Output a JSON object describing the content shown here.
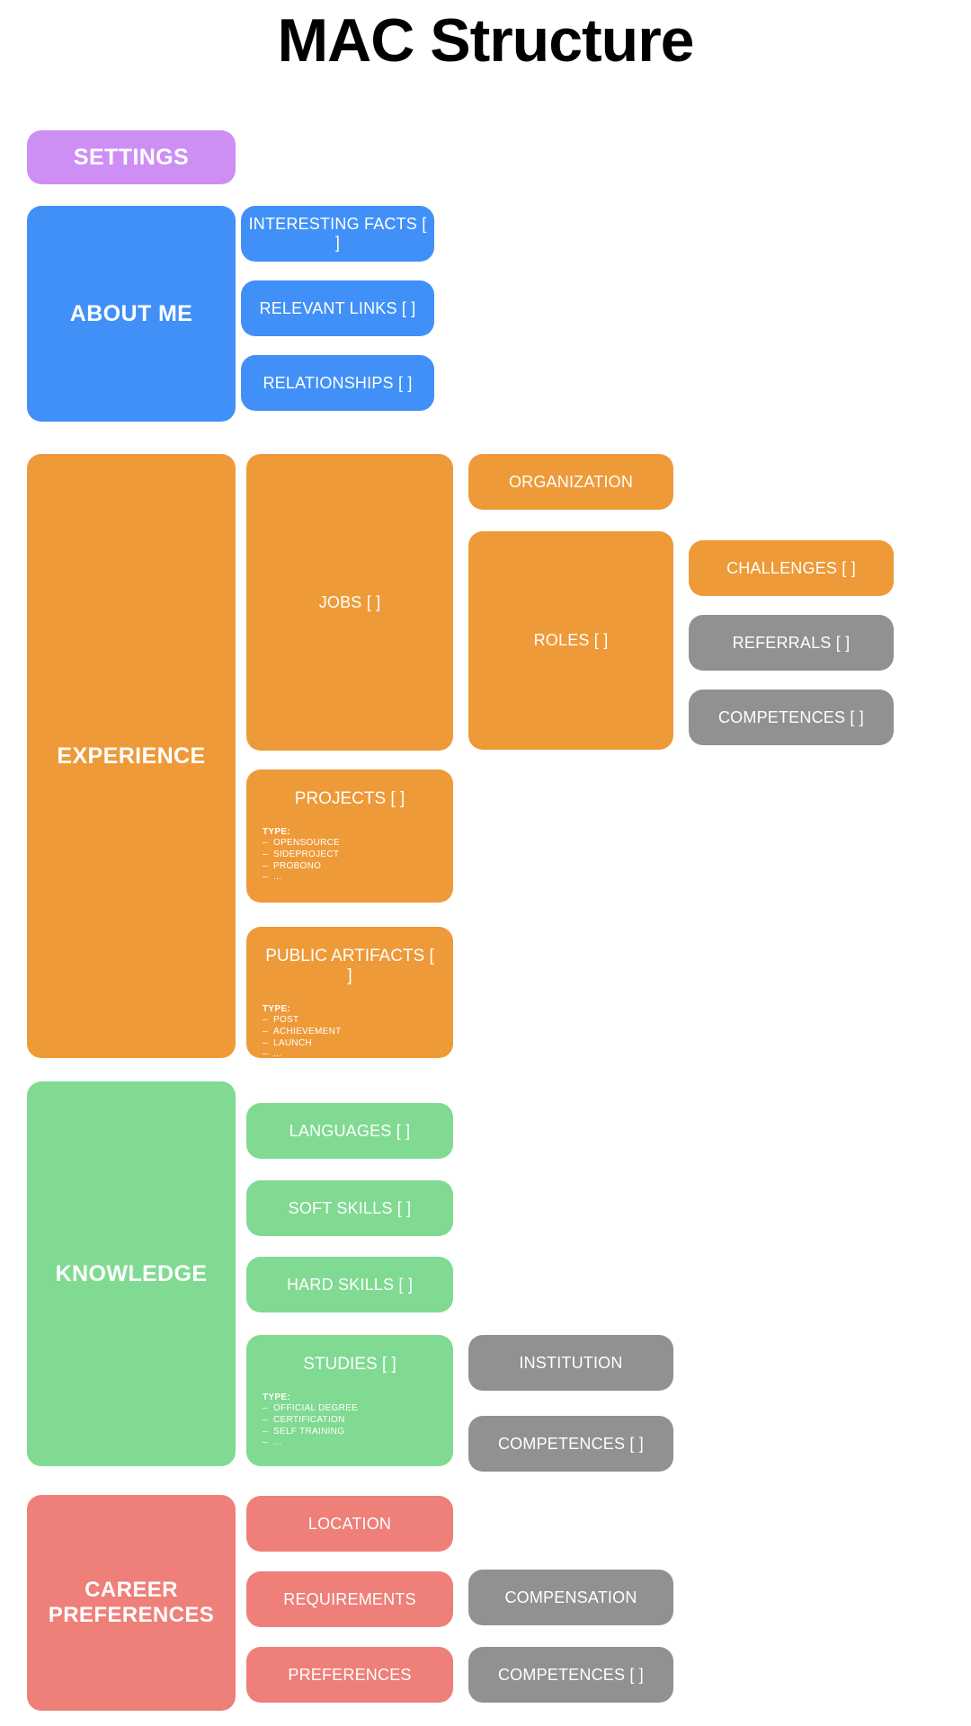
{
  "title": "MAC Structure",
  "colors": {
    "settings": "#ce8ff5",
    "about_me": "#4190f7",
    "experience": "#ee9a39",
    "knowledge": "#80da92",
    "career_preferences": "#ee7f79",
    "gray": "#919191",
    "background": "#ffffff",
    "title_text": "#000000",
    "block_text": "#ffffff"
  },
  "sections": {
    "settings": {
      "label": "SETTINGS"
    },
    "about_me": {
      "label": "ABOUT ME",
      "children": [
        {
          "label": "INTERESTING FACTS [ ]"
        },
        {
          "label": "RELEVANT LINKS [ ]"
        },
        {
          "label": "RELATIONSHIPS [ ]"
        }
      ]
    },
    "experience": {
      "label": "EXPERIENCE",
      "jobs": {
        "label": "JOBS [ ]"
      },
      "organization": {
        "label": "ORGANIZATION"
      },
      "roles": {
        "label": "ROLES [ ]"
      },
      "challenges": {
        "label": "CHALLENGES [ ]"
      },
      "referrals": {
        "label": "REFERRALS [ ]"
      },
      "competences": {
        "label": "COMPETENCES [ ]"
      },
      "projects": {
        "label": "PROJECTS [ ]",
        "type_head": "TYPE:",
        "types": [
          "OPENSOURCE",
          "SIDEPROJECT",
          "PROBONO",
          "..."
        ]
      },
      "public_artifacts": {
        "label": "PUBLIC ARTIFACTS [ ]",
        "type_head": "TYPE:",
        "types": [
          "POST",
          "ACHIEVEMENT",
          "LAUNCH",
          "..."
        ]
      }
    },
    "knowledge": {
      "label": "KNOWLEDGE",
      "languages": {
        "label": "LANGUAGES [ ]"
      },
      "soft_skills": {
        "label": "SOFT SKILLS [ ]"
      },
      "hard_skills": {
        "label": "HARD SKILLS [ ]"
      },
      "studies": {
        "label": "STUDIES [ ]",
        "type_head": "TYPE:",
        "types": [
          "OFFICIAL DEGREE",
          "CERTIFICATION",
          "SELF TRAINING",
          "..."
        ]
      },
      "institution": {
        "label": "INSTITUTION"
      },
      "competences": {
        "label": "COMPETENCES [ ]"
      }
    },
    "career_preferences": {
      "label": "CAREER\nPREFERENCES",
      "label_line1": "CAREER",
      "label_line2": "PREFERENCES",
      "location": {
        "label": "LOCATION"
      },
      "requirements": {
        "label": "REQUIREMENTS"
      },
      "preferences": {
        "label": "PREFERENCES"
      },
      "compensation": {
        "label": "COMPENSATION"
      },
      "competences": {
        "label": "COMPETENCES [ ]"
      }
    }
  }
}
